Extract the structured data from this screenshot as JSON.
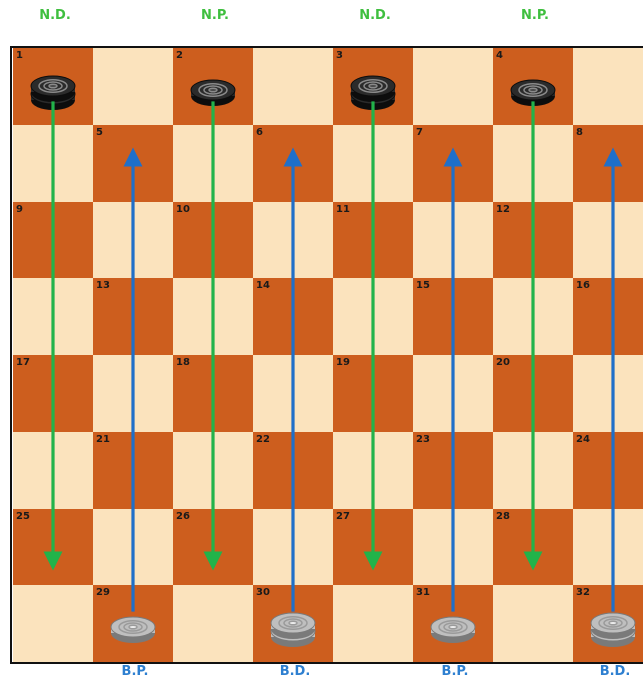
{
  "top_labels": [
    "N.D.",
    "N.P.",
    "N.D.",
    "N.P."
  ],
  "bottom_labels": [
    "B.P.",
    "B.D.",
    "B.P.",
    "B.D."
  ],
  "squares": [
    "1",
    "2",
    "3",
    "4",
    "5",
    "6",
    "7",
    "8",
    "9",
    "10",
    "11",
    "12",
    "13",
    "14",
    "15",
    "16",
    "17",
    "18",
    "19",
    "20",
    "21",
    "22",
    "23",
    "24",
    "25",
    "26",
    "27",
    "28",
    "29",
    "30",
    "31",
    "32"
  ],
  "colors": {
    "light_square": "#fbe3bd",
    "dark_square": "#cd5e1e",
    "top_label": "#3fbf3f",
    "bottom_label": "#2d7fd0",
    "green_arrow": "#22b34a",
    "blue_arrow": "#1f6fc9"
  },
  "pieces": [
    {
      "square": "1",
      "color": "black",
      "type": "damas"
    },
    {
      "square": "2",
      "color": "black",
      "type": "peón"
    },
    {
      "square": "3",
      "color": "black",
      "type": "damas"
    },
    {
      "square": "4",
      "color": "black",
      "type": "peón"
    },
    {
      "square": "29",
      "color": "white",
      "type": "peón"
    },
    {
      "square": "30",
      "color": "white",
      "type": "damas"
    },
    {
      "square": "31",
      "color": "white",
      "type": "peón"
    },
    {
      "square": "32",
      "color": "white",
      "type": "damas"
    }
  ],
  "arrows": [
    {
      "color": "green",
      "from": "1",
      "to": "25"
    },
    {
      "color": "green",
      "from": "2",
      "to": "26"
    },
    {
      "color": "green",
      "from": "3",
      "to": "27"
    },
    {
      "color": "green",
      "from": "4",
      "to": "28"
    },
    {
      "color": "blue",
      "from": "29",
      "to": "5"
    },
    {
      "color": "blue",
      "from": "30",
      "to": "6"
    },
    {
      "color": "blue",
      "from": "31",
      "to": "7"
    },
    {
      "color": "blue",
      "from": "32",
      "to": "8"
    }
  ]
}
